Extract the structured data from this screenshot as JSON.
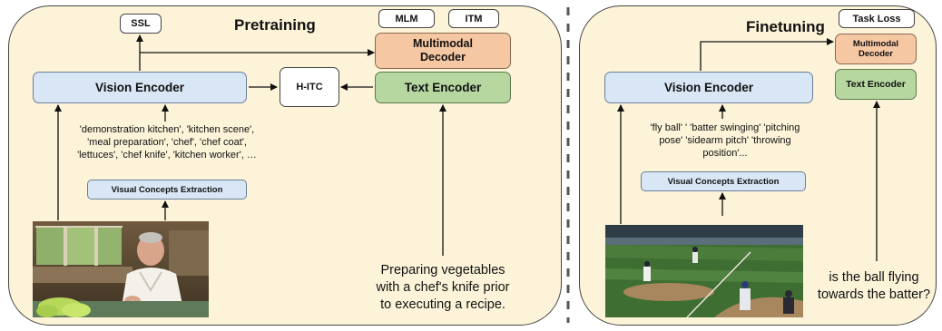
{
  "pretraining": {
    "title": "Pretraining",
    "ssl": "SSL",
    "mlm": "MLM",
    "itm": "ITM",
    "decoder": "Multimodal\nDecoder",
    "vision_encoder": "Vision Encoder",
    "hitc": "H-ITC",
    "text_encoder": "Text Encoder",
    "concepts": "'demonstration kitchen', 'kitchen scene',\n'meal preparation',  'chef',  'chef coat',\n'lettuces', 'chef knife',  'kitchen worker', …",
    "extraction": "Visual Concepts Extraction",
    "caption": "Preparing vegetables\nwith a chef's knife prior\nto executing a recipe."
  },
  "finetuning": {
    "title": "Finetuning",
    "task_loss": "Task Loss",
    "decoder": "Multimodal\nDecoder",
    "vision_encoder": "Vision Encoder",
    "text_encoder": "Text Encoder",
    "concepts": "'fly ball' ' 'batter swinging' 'pitching\npose' 'sidearm pitch' 'throwing\nposition'...",
    "extraction": "Visual Concepts Extraction",
    "question": "is the ball flying\ntowards the batter?"
  },
  "colors": {
    "panel_bg": "#fcf3d8",
    "encoder_blue": "#d8e6f5",
    "text_encoder_green": "#b6d7a0",
    "decoder_orange": "#f6c7a3"
  }
}
